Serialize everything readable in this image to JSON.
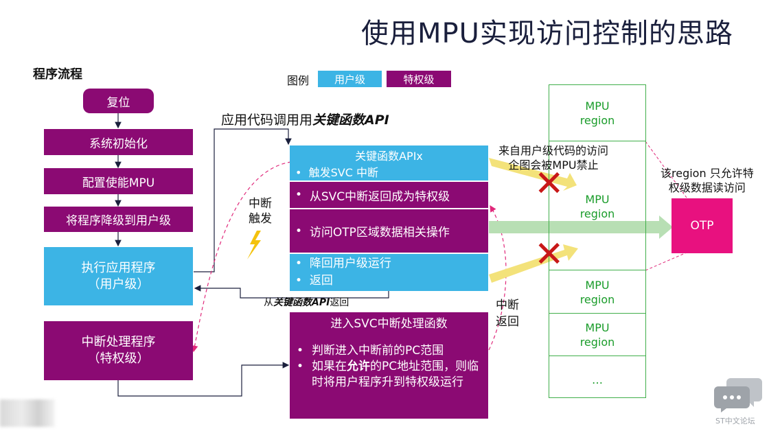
{
  "title": "使用MPU实现访问控制的思路",
  "flow": {
    "heading": "程序流程",
    "reset": "复位",
    "init": "系统初始化",
    "mpu": "配置使能MPU",
    "downgrade": "将程序降级到用户级",
    "app_line1": "执行应用程序",
    "app_line2": "（用户级）",
    "isr_line1": "中断处理程序",
    "isr_line2": "（特权级）"
  },
  "legend": {
    "label": "图例",
    "user": "用户级",
    "privileged": "特权级"
  },
  "call_label_prefix": "应用代码调用用",
  "call_label_api": "关键函数API",
  "return_label_prefix": "从",
  "return_label_api": "关键函数API",
  "return_label_suffix": "返回",
  "key_func": {
    "title": "关键函数APIx",
    "bullet_trigger": "触发SVC 中断",
    "bullet_return_priv": "从SVC中断返回成为特权级",
    "bullet_otp": "访问OTP区域数据相关操作",
    "bullet_downgrade": "降回用户级运行",
    "bullet_return": "返回"
  },
  "interrupt_trigger": [
    "中断",
    "触发"
  ],
  "interrupt_return": [
    "中断",
    "返回"
  ],
  "svc": {
    "title": "进入SVC中断处理函数",
    "bullet1": "判断进入中断前的PC范围",
    "bullet2_pre": "如果在",
    "bullet2_bold": "允许",
    "bullet2_post": "的PC地址范围，则临时将用户程序升到特权级运行"
  },
  "mpu_regions": [
    {
      "line1": "MPU",
      "line2": "region"
    },
    {
      "line1": "MPU",
      "line2": "region"
    },
    {
      "line1": "MPU",
      "line2": "region"
    },
    {
      "line1": "MPU",
      "line2": "region"
    }
  ],
  "mpu_ellipsis": "…",
  "user_note": [
    "来自用户级代码的访问",
    "企图会被MPU禁止"
  ],
  "region_note": [
    "该region 只允许特",
    "权级数据读访问"
  ],
  "otp_label": "OTP",
  "watermark": "ST中文论坛",
  "colors": {
    "purple": "#8b0a73",
    "blue": "#3cb4e5",
    "green": "#1a9c2a",
    "red": "#c81818",
    "pink": "#e0287a"
  }
}
